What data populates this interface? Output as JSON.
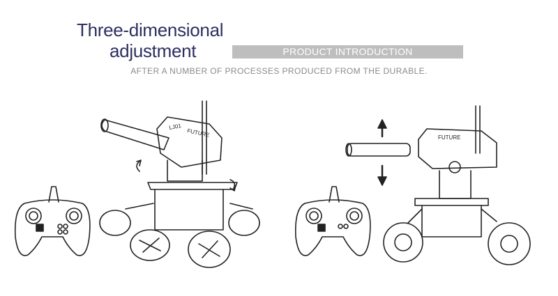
{
  "heading": {
    "line1": "Three-dimensional",
    "line2": "adjustment"
  },
  "banner": "PRODUCT INTRODUCTION",
  "subtitle": "AFTER A NUMBER OF PROCESSES PRODUCED FROM THE DURABLE.",
  "illustration_labels": {
    "left_model": "LJ01",
    "brand": "FUTURE"
  },
  "colors": {
    "heading": "#2d2f5f",
    "banner_bg": "#bebebe",
    "subtitle": "#8a8a8a",
    "line": "#222222"
  }
}
